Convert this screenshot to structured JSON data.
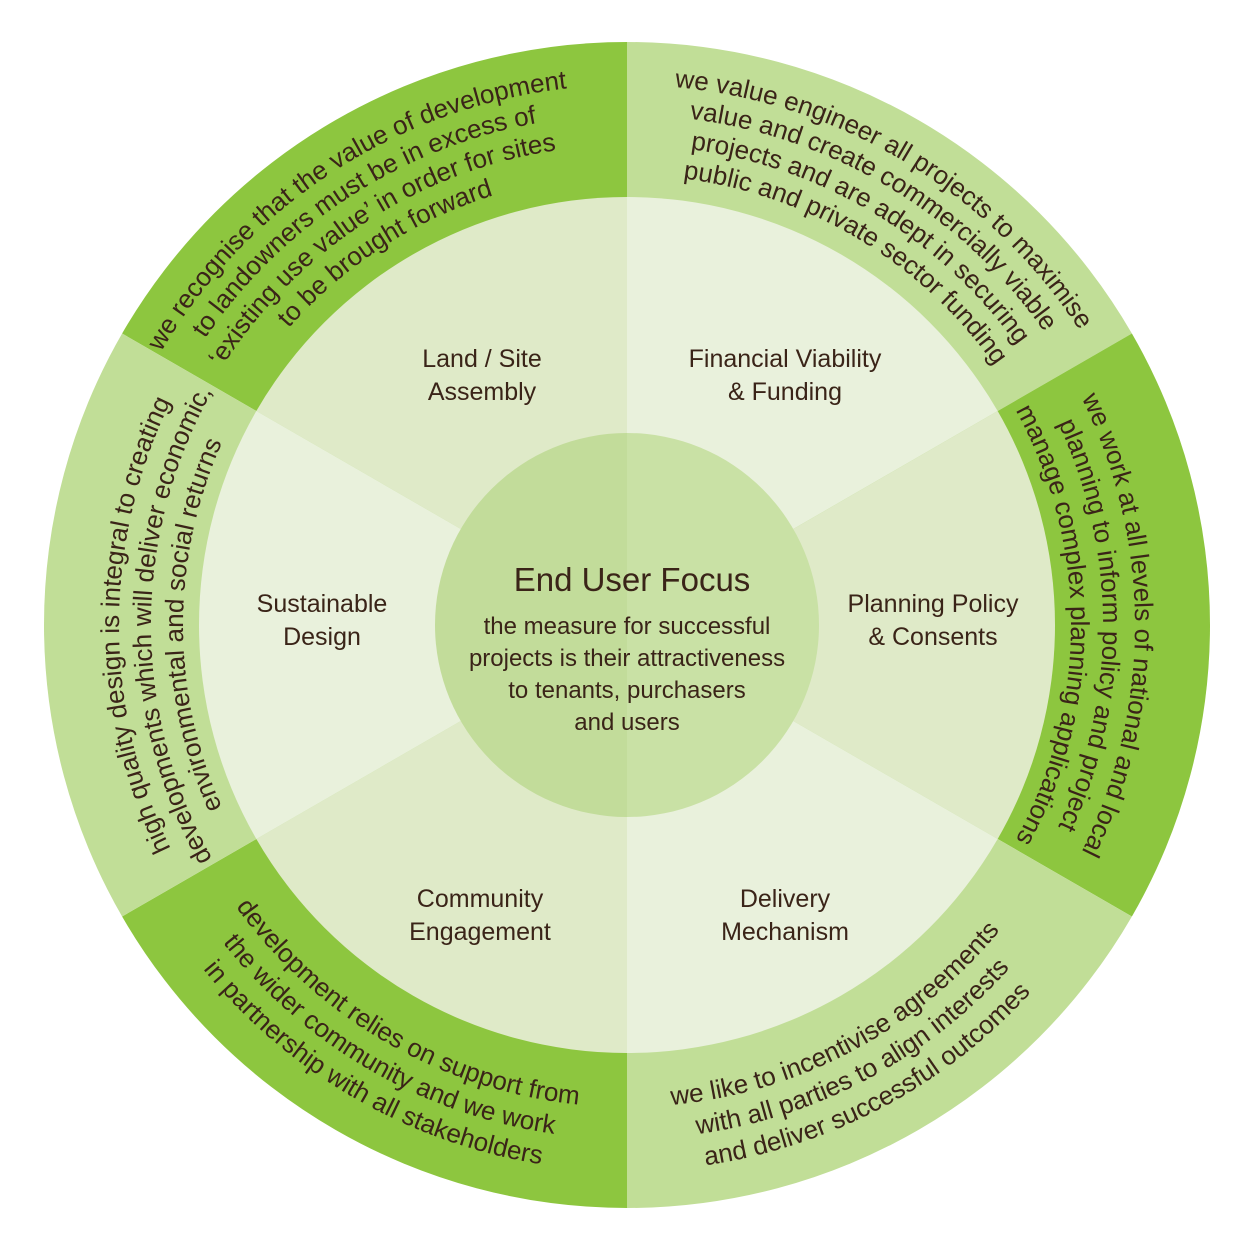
{
  "colors": {
    "outer_dark": "#8dc63f",
    "outer_light": "#c1de97",
    "inner_dark": "#dfeac8",
    "inner_light": "#e9f1dc",
    "hub_left": "#c2dc9a",
    "hub_right": "#c9e1a5",
    "text": "#3a2418"
  },
  "hub": {
    "title": "End User Focus",
    "lines": [
      "the measure for successful",
      "projects is their attractiveness",
      "to tenants, purchasers",
      "and users"
    ]
  },
  "sectors": [
    {
      "id": "land",
      "label_lines": [
        "Land / Site",
        "Assembly"
      ],
      "outer_shade": "dark",
      "inner_shade": "dark",
      "description_lines": [
        "we recognise that the value of development",
        "to landowners must be in excess of",
        "‘existing use value’ in order for sites",
        "to be brought forward"
      ]
    },
    {
      "id": "financial",
      "label_lines": [
        "Financial Viability",
        "& Funding"
      ],
      "outer_shade": "light",
      "inner_shade": "light",
      "description_lines": [
        "we value engineer all projects to maximise",
        "value and create commercially viable",
        "projects and are adept in securing",
        "public and private sector funding"
      ]
    },
    {
      "id": "planning",
      "label_lines": [
        "Planning Policy",
        "& Consents"
      ],
      "outer_shade": "dark",
      "inner_shade": "dark",
      "description_lines": [
        "we work at all levels of national and local",
        "planning to inform policy and project",
        "manage complex planning applications"
      ]
    },
    {
      "id": "delivery",
      "label_lines": [
        "Delivery",
        "Mechanism"
      ],
      "outer_shade": "light",
      "inner_shade": "light",
      "description_lines": [
        "we like to incentivise agreements",
        "with all parties to align interests",
        "and deliver successful outcomes"
      ]
    },
    {
      "id": "community",
      "label_lines": [
        "Community",
        "Engagement"
      ],
      "outer_shade": "dark",
      "inner_shade": "dark",
      "description_lines": [
        "development relies on support from",
        "the wider community and we work",
        "in partnership with all stakeholders"
      ]
    },
    {
      "id": "sustainable",
      "label_lines": [
        "Sustainable",
        "Design"
      ],
      "outer_shade": "light",
      "inner_shade": "light",
      "description_lines": [
        "high quality design is integral to creating",
        "developments which will deliver economic,",
        "environmental and social returns"
      ]
    }
  ]
}
